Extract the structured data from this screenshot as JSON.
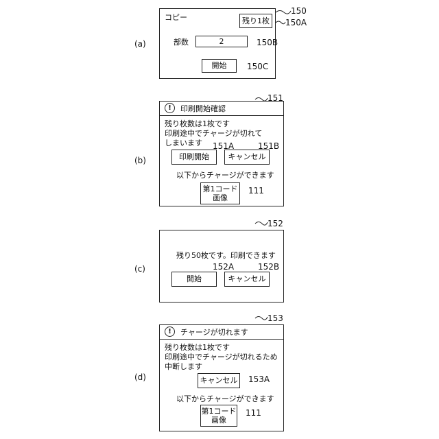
{
  "figure_labels": {
    "a": "(a)",
    "b": "(b)",
    "c": "(c)",
    "d": "(d)"
  },
  "panel_a": {
    "ref": "150",
    "title": "コピー",
    "remaining_button": {
      "label": "残り1枚",
      "ref": "150A"
    },
    "copies": {
      "label": "部数",
      "value": "2",
      "ref": "150B"
    },
    "start_button": {
      "label": "開始",
      "ref": "150C"
    }
  },
  "panel_b": {
    "ref": "151",
    "title": "印刷開始確認",
    "icon": "exclamation-icon",
    "message": "残り枚数は1枚です\n印刷途中でチャージが切れて\nしまいます",
    "start_print_button": {
      "label": "印刷開始",
      "ref": "151A"
    },
    "cancel_button": {
      "label": "キャンセル",
      "ref": "151B"
    },
    "charge_text": "以下からチャージができます",
    "code_image": {
      "label": "第1コード\n画像",
      "ref": "111"
    }
  },
  "panel_c": {
    "ref": "152",
    "message": "残り50枚です。印刷できます",
    "start_button": {
      "label": "開始",
      "ref": "152A"
    },
    "cancel_button": {
      "label": "キャンセル",
      "ref": "152B"
    }
  },
  "panel_d": {
    "ref": "153",
    "title": "チャージが切れます",
    "icon": "exclamation-icon",
    "message": "残り枚数は1枚です\n印刷途中でチャージが切れるため\n中断します",
    "cancel_button": {
      "label": "キャンセル",
      "ref": "153A"
    },
    "charge_text": "以下からチャージができます",
    "code_image": {
      "label": "第1コード\n画像",
      "ref": "111"
    }
  }
}
